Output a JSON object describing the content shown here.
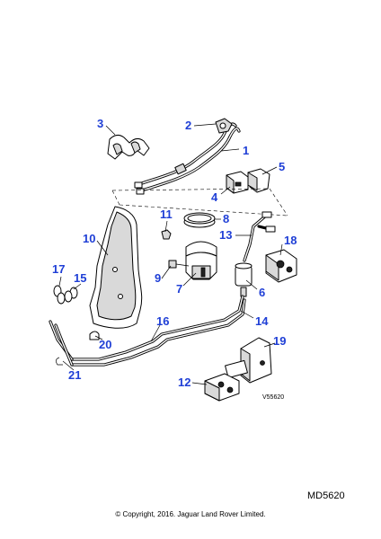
{
  "diagram": {
    "image_ref": "V55620",
    "code": "MD5620",
    "copyright": "© Copyright, 2016. Jaguar Land Rover Limited.",
    "callouts": [
      "1",
      "2",
      "3",
      "4",
      "5",
      "6",
      "7",
      "8",
      "9",
      "10",
      "11",
      "12",
      "13",
      "14",
      "15",
      "16",
      "17",
      "18",
      "19",
      "20",
      "21"
    ]
  }
}
